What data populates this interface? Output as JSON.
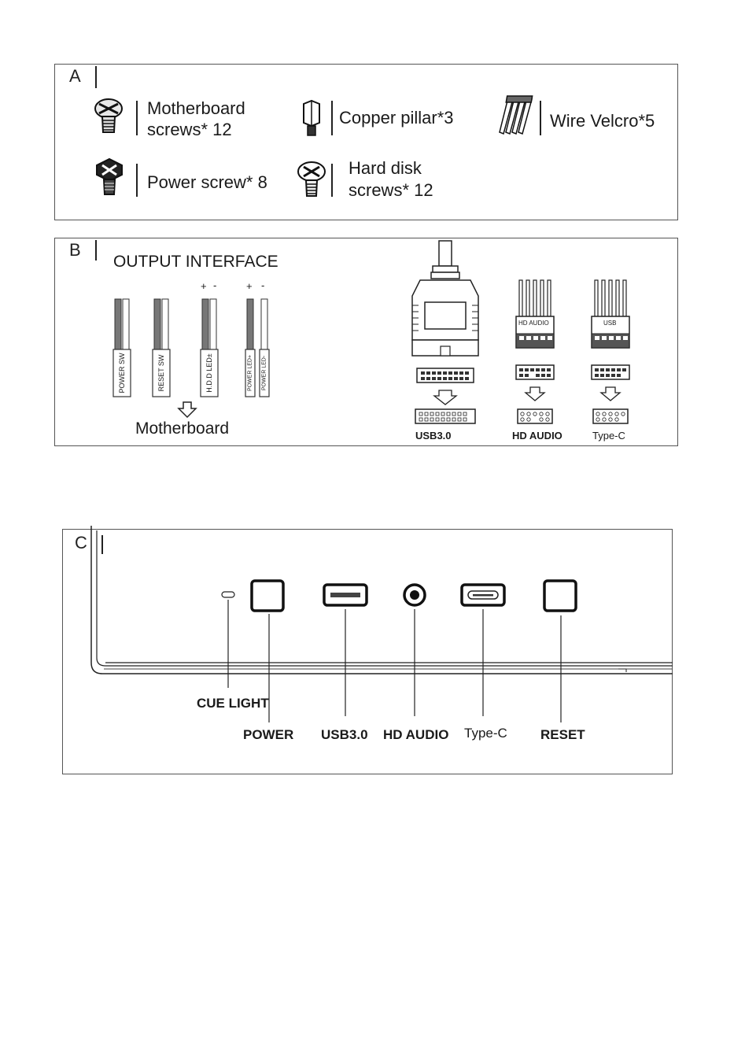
{
  "panels": {
    "a": {
      "letter": "A"
    },
    "b": {
      "letter": "B"
    },
    "c": {
      "letter": "C"
    }
  },
  "accessories": {
    "motherboard_screws": {
      "line1": "Motherboard",
      "line2": "screws* 12"
    },
    "copper_pillar": {
      "label": "Copper pillar*3"
    },
    "wire_velcro": {
      "label": "Wire Velcro*5"
    },
    "power_screw": {
      "label": "Power screw* 8"
    },
    "hard_disk_screws": {
      "line1": "Hard disk",
      "line2": "screws* 12"
    }
  },
  "output_interface": {
    "title": "OUTPUT INTERFACE",
    "plus": "+",
    "minus": "-",
    "connectors": [
      "POWER SW",
      "RESET SW",
      "H.D.D LED±",
      "POWER LED+",
      "POWER LED-"
    ],
    "target": "Motherboard"
  },
  "headers": {
    "hd_audio_plug_label": "HD AUDIO",
    "usb_plug_label": "USB",
    "usb3_label": "USB3.0",
    "hd_audio_label": "HD AUDIO",
    "type_c_label": "Type-C"
  },
  "front_panel": {
    "cue_light": "CUE LIGHT",
    "power": "POWER",
    "usb3": "USB3.0",
    "hd_audio": "HD AUDIO",
    "type_c": "Type-C",
    "reset": "RESET"
  }
}
